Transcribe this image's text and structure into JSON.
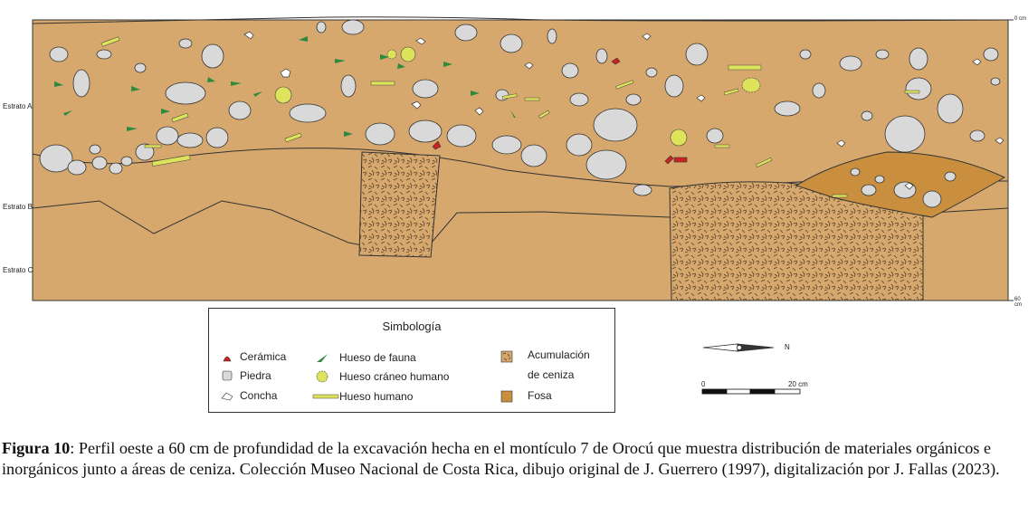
{
  "profile": {
    "strata": [
      "Estrato A",
      "Estrato B",
      "Estrato C"
    ],
    "depth_top": "0 cm",
    "depth_bottom": "60 cm"
  },
  "legend": {
    "title": "Simbología",
    "items": {
      "ceramica": "Cerámica",
      "piedra": "Piedra",
      "concha": "Concha",
      "hueso_fauna": "Hueso de fauna",
      "hueso_craneo": "Hueso cráneo humano",
      "hueso_humano": "Hueso humano",
      "ceniza_line1": "Acumulación",
      "ceniza_line2": "de ceniza",
      "fosa": "Fosa"
    }
  },
  "north": "N",
  "scale": {
    "start": "0",
    "end": "20 cm"
  },
  "caption": {
    "label": "Figura 10",
    "text": ": Perfil oeste a 60 cm de profundidad de la excavación hecha en el montículo 7 de Orocú que muestra distribución de materiales orgánicos e inorgánicos junto a áreas de ceniza. Colección Museo Nacional de Costa Rica, dibujo original de J. Guerrero (1997), digitalización por J. Fallas (2023)."
  },
  "colors": {
    "soil": "#d6a86e",
    "pit": "#c98f3f",
    "stone": "#d9d9d9",
    "ceramic": "#cc2222",
    "fauna_bone": "#2e8b3e",
    "human_bone": "#dde35a"
  }
}
